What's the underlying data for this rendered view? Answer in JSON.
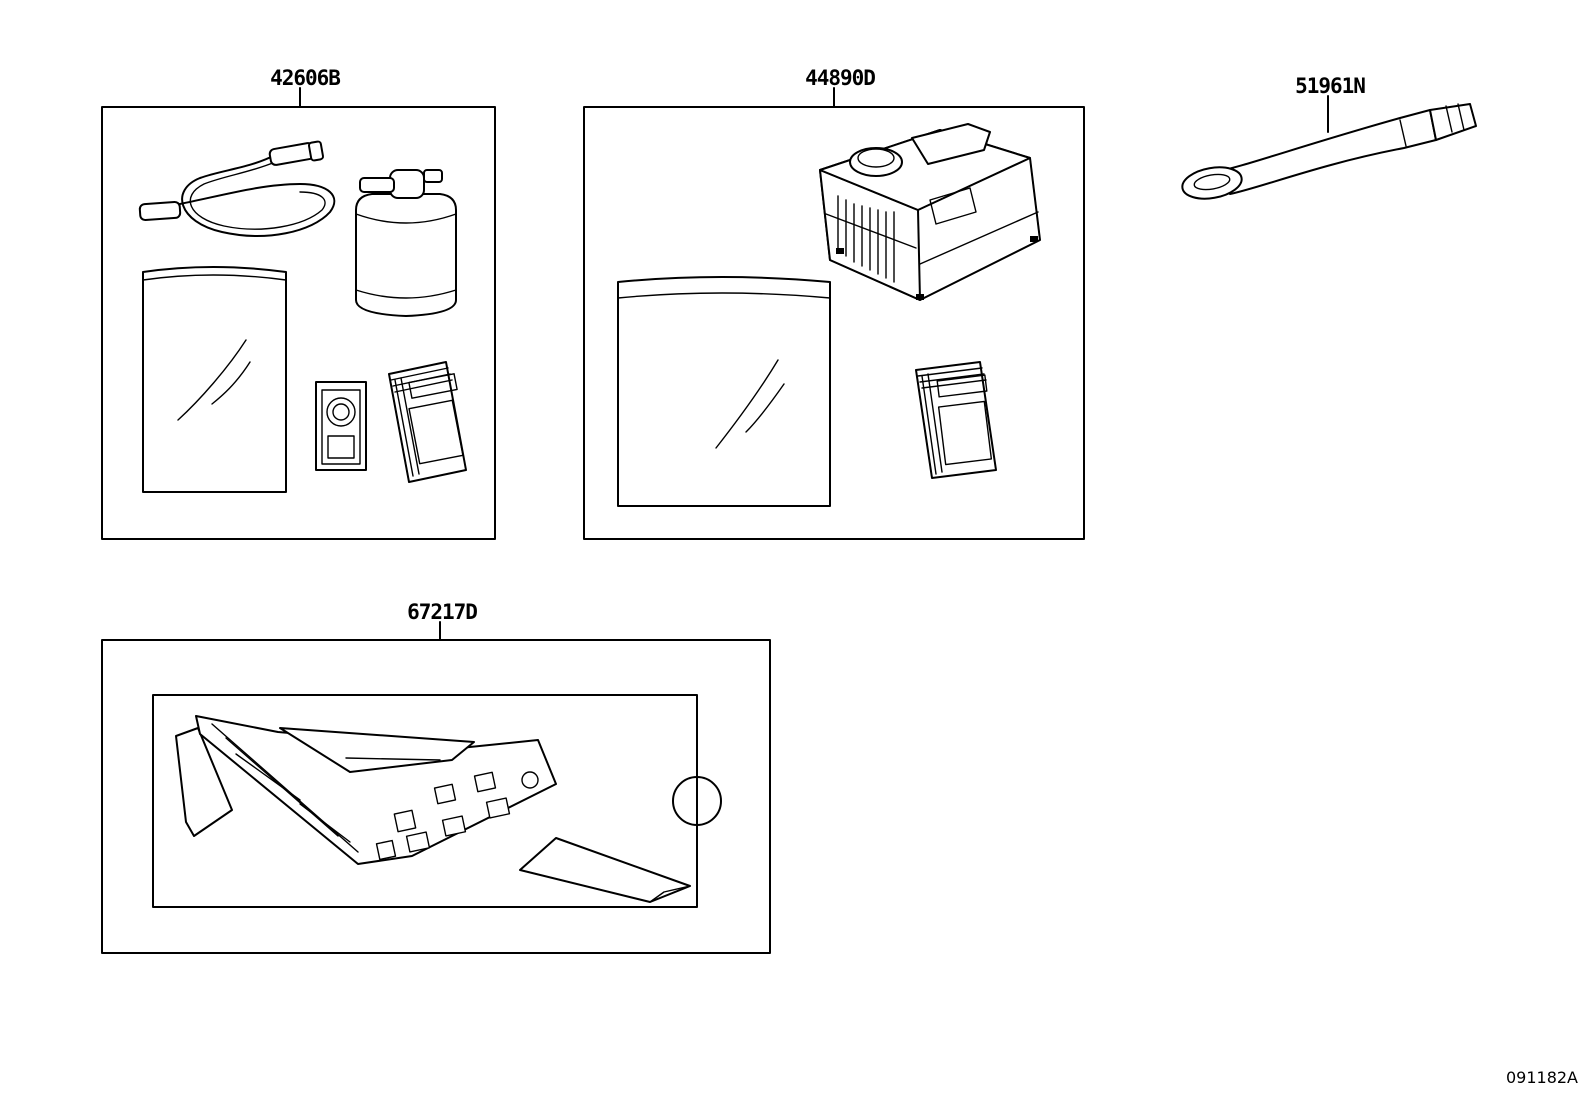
{
  "diagram": {
    "id_code": "091182A",
    "parts": [
      {
        "part_number": "42606B"
      },
      {
        "part_number": "44890D"
      },
      {
        "part_number": "51961N"
      },
      {
        "part_number": "67217D"
      }
    ]
  }
}
